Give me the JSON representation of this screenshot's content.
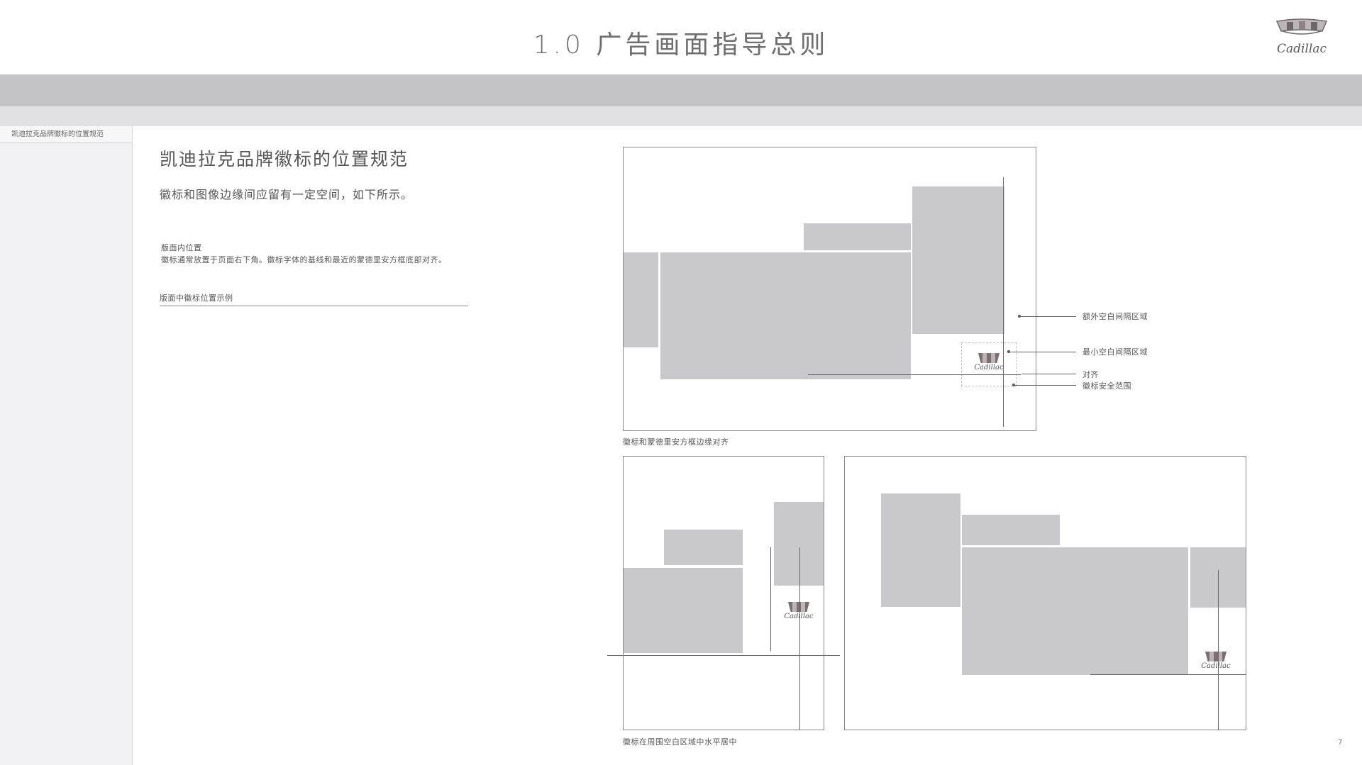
{
  "header": {
    "title": "1.0 广告画面指导总则",
    "logo_script": "Cadillac"
  },
  "sidebar": {
    "items": [
      {
        "label": "凯迪拉克品牌徽标的位置规范"
      }
    ]
  },
  "main": {
    "heading": "凯迪拉克品牌徽标的位置规范",
    "subheading": "徽标和图像边缘间应留有一定空间，如下所示。",
    "section_title": "版面内位置",
    "section_body": "徽标通常放置于页面右下角。徽标字体的基线和最近的蒙德里安方框底部对齐。",
    "example_label": "版面中徽标位置示例"
  },
  "diagrams": {
    "top": {
      "caption": "徽标和蒙德里安方框边缘对齐",
      "annotations": {
        "extra_space": "额外空白间隔区域",
        "min_space": "最小空白间隔区域",
        "align": "对齐",
        "safe_area": "徽标安全范围"
      }
    },
    "bottom_caption": "徽标在周围空白区域中水平居中",
    "logo_script": "Cadillac"
  },
  "footer": {
    "page_number": "7"
  },
  "colors": {
    "band_dark": "#c4c4c6",
    "band_light": "#e1e1e4",
    "block_gray": "#c9c8ca",
    "sidebar_bg": "#f2f2f4"
  }
}
